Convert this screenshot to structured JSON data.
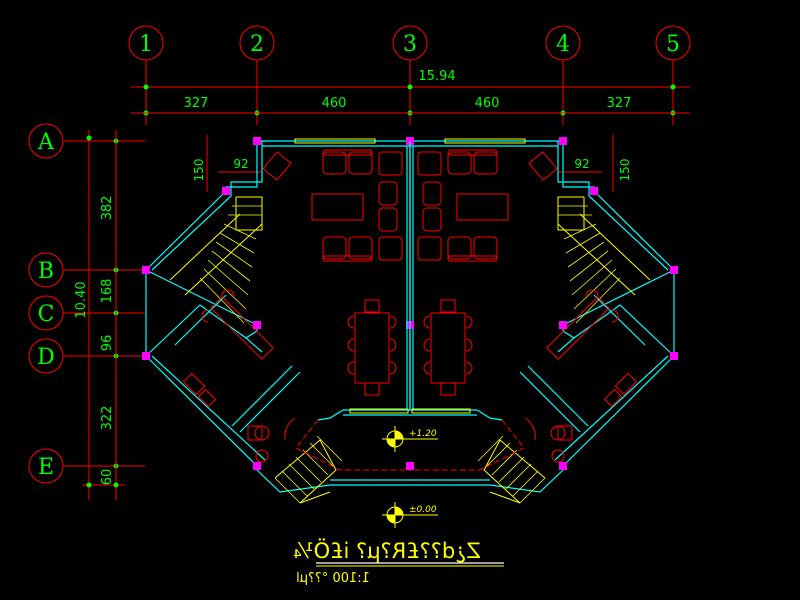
{
  "colors": {
    "background": "#000000",
    "grid": "#ff0000",
    "text": "#00ff00",
    "wall": "#00ffff",
    "window": "#ffff00",
    "furniture": "#ff0000",
    "marker": "#ff00ff",
    "level": "#ffff00"
  },
  "grid_columns": [
    "1",
    "2",
    "3",
    "4",
    "5"
  ],
  "grid_rows": [
    "A",
    "B",
    "C",
    "D",
    "E"
  ],
  "top_dimensions": {
    "overall": "15.94",
    "segments": [
      "327",
      "460",
      "460",
      "327"
    ]
  },
  "left_dimensions": {
    "overall": "10.40",
    "segments": [
      "382",
      "168",
      "96",
      "322",
      "60"
    ]
  },
  "local_dimensions": {
    "left_height": "150",
    "left_width": "92",
    "right_width": "92",
    "right_height": "150"
  },
  "levels": {
    "upper": "+1.20",
    "ground": "±0.00"
  },
  "title": {
    "main": "Z¿d??£R?µ? i£Ö¼",
    "scale": "1:100 °??µl"
  }
}
